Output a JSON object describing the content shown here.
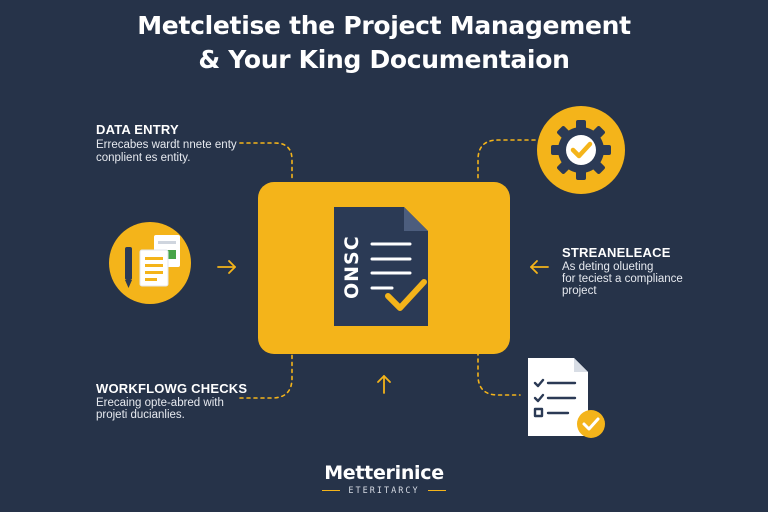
{
  "title": {
    "line1": "Metcletise the Project Management",
    "line2": "& Your King Documentaion"
  },
  "center_card": {
    "doc_text": "ONSC",
    "color": "#f4b41a",
    "doc_color": "#2b3a55"
  },
  "callouts": {
    "data_entry": {
      "heading": "DATA ENTRY",
      "desc_line1": "Errecabes wardt nnete enty",
      "desc_line2": "conplient es entity."
    },
    "streamline": {
      "heading": "STREANELEACE",
      "desc_line1": "As deting olueting",
      "desc_line2": "for teciest a compliance",
      "desc_line3": "project"
    },
    "workflow": {
      "heading": "WORKFLOWG CHECKS",
      "desc_line1": "Erecaing opte-abred with",
      "desc_line2": "projeti ducianlies."
    }
  },
  "icons": {
    "left": "documents-and-pencil-icon",
    "top_right": "gear-checkmark-icon",
    "bottom_right": "checklist-document-icon"
  },
  "brand": {
    "name": "Metterinice",
    "tagline": "ETERITARCY"
  },
  "colors": {
    "background": "#263349",
    "accent": "#f4b41a",
    "dark_doc": "#2b3a55"
  }
}
